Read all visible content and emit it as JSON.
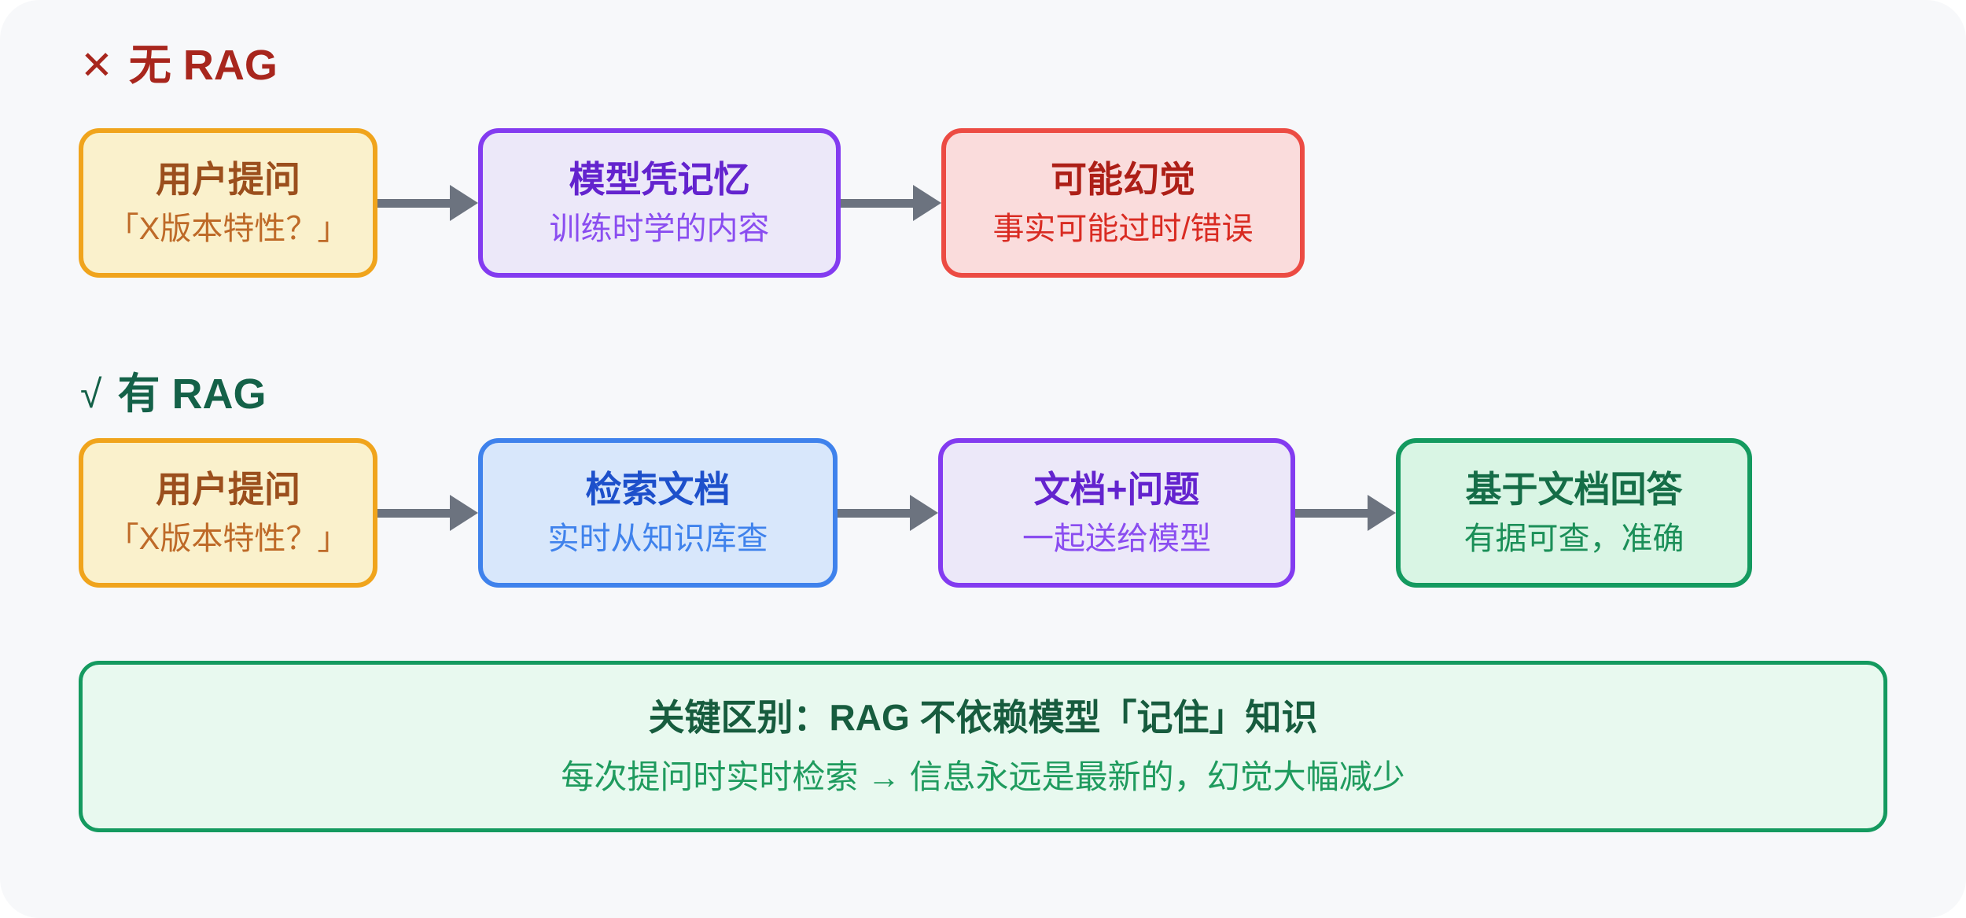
{
  "palette": {
    "card_bg": "#f7f8fa",
    "arrow": "#6c737f",
    "heading_no_rag": "#a8261d",
    "heading_with_rag": "#146148",
    "amber": {
      "border": "#f0a41c",
      "bg": "#faf1cc",
      "title": "#9b4f1d",
      "subtitle": "#be6a28"
    },
    "violet": {
      "border": "#833bf0",
      "bg": "#ece8f9",
      "title": "#6323ce",
      "subtitle": "#8a4df0"
    },
    "red": {
      "border": "#ec4b43",
      "bg": "#fadcdc",
      "title": "#ad1f17",
      "subtitle": "#d92b22"
    },
    "blue": {
      "border": "#3f82ec",
      "bg": "#d8e7fb",
      "title": "#1d50cb",
      "subtitle": "#3f82ec"
    },
    "green": {
      "border": "#149a5f",
      "bg": "#d9f5e4",
      "title": "#156d47",
      "subtitle": "#1b8f58"
    },
    "banner": {
      "border": "#149a5f",
      "bg": "#e8f9ef",
      "title": "#175c3e",
      "subtitle": "#1f9b5e"
    }
  },
  "flows": [
    {
      "heading": {
        "mark": "✕",
        "label": "无 RAG"
      },
      "steps": [
        {
          "title": "用户提问",
          "subtitle": "「X版本特性？」",
          "color": "amber"
        },
        {
          "title": "模型凭记忆",
          "subtitle": "训练时学的内容",
          "color": "violet"
        },
        {
          "title": "可能幻觉",
          "subtitle": "事实可能过时/错误",
          "color": "red"
        }
      ]
    },
    {
      "heading": {
        "mark": "√",
        "label": "有 RAG"
      },
      "steps": [
        {
          "title": "用户提问",
          "subtitle": "「X版本特性？」",
          "color": "amber"
        },
        {
          "title": "检索文档",
          "subtitle": "实时从知识库查",
          "color": "blue"
        },
        {
          "title": "文档+问题",
          "subtitle": "一起送给模型",
          "color": "violet"
        },
        {
          "title": "基于文档回答",
          "subtitle": "有据可查，准确",
          "color": "green"
        }
      ]
    }
  ],
  "banner": {
    "title": "关键区别：RAG 不依赖模型「记住」知识",
    "subtitle": "每次提问时实时检索 → 信息永远是最新的，幻觉大幅减少"
  }
}
